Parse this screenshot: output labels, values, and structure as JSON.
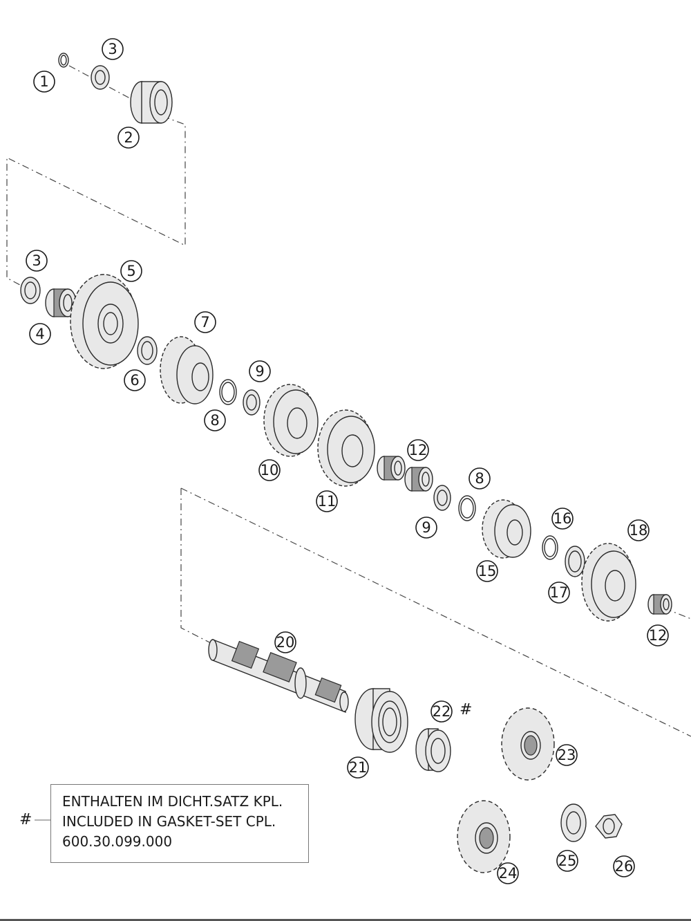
{
  "parts": [
    {
      "id": "1",
      "label": "1"
    },
    {
      "id": "2",
      "label": "2"
    },
    {
      "id": "3a",
      "label": "3"
    },
    {
      "id": "3b",
      "label": "3"
    },
    {
      "id": "4",
      "label": "4"
    },
    {
      "id": "5",
      "label": "5"
    },
    {
      "id": "6",
      "label": "6"
    },
    {
      "id": "7",
      "label": "7"
    },
    {
      "id": "8a",
      "label": "8"
    },
    {
      "id": "8b",
      "label": "8"
    },
    {
      "id": "9a",
      "label": "9"
    },
    {
      "id": "9b",
      "label": "9"
    },
    {
      "id": "10",
      "label": "10"
    },
    {
      "id": "11",
      "label": "11"
    },
    {
      "id": "12a",
      "label": "12"
    },
    {
      "id": "12b",
      "label": "12"
    },
    {
      "id": "15",
      "label": "15"
    },
    {
      "id": "16",
      "label": "16"
    },
    {
      "id": "17",
      "label": "17"
    },
    {
      "id": "18",
      "label": "18"
    },
    {
      "id": "20",
      "label": "20"
    },
    {
      "id": "21",
      "label": "21"
    },
    {
      "id": "22",
      "label": "22"
    },
    {
      "id": "23",
      "label": "23"
    },
    {
      "id": "24",
      "label": "24"
    },
    {
      "id": "25",
      "label": "25"
    },
    {
      "id": "26",
      "label": "26"
    }
  ],
  "marker_22": "#",
  "note": {
    "marker": "#",
    "line1": "ENTHALTEN IM DICHT.SATZ KPL.",
    "line2": "INCLUDED IN GASKET-SET CPL.",
    "line3": "600.30.099.000"
  }
}
